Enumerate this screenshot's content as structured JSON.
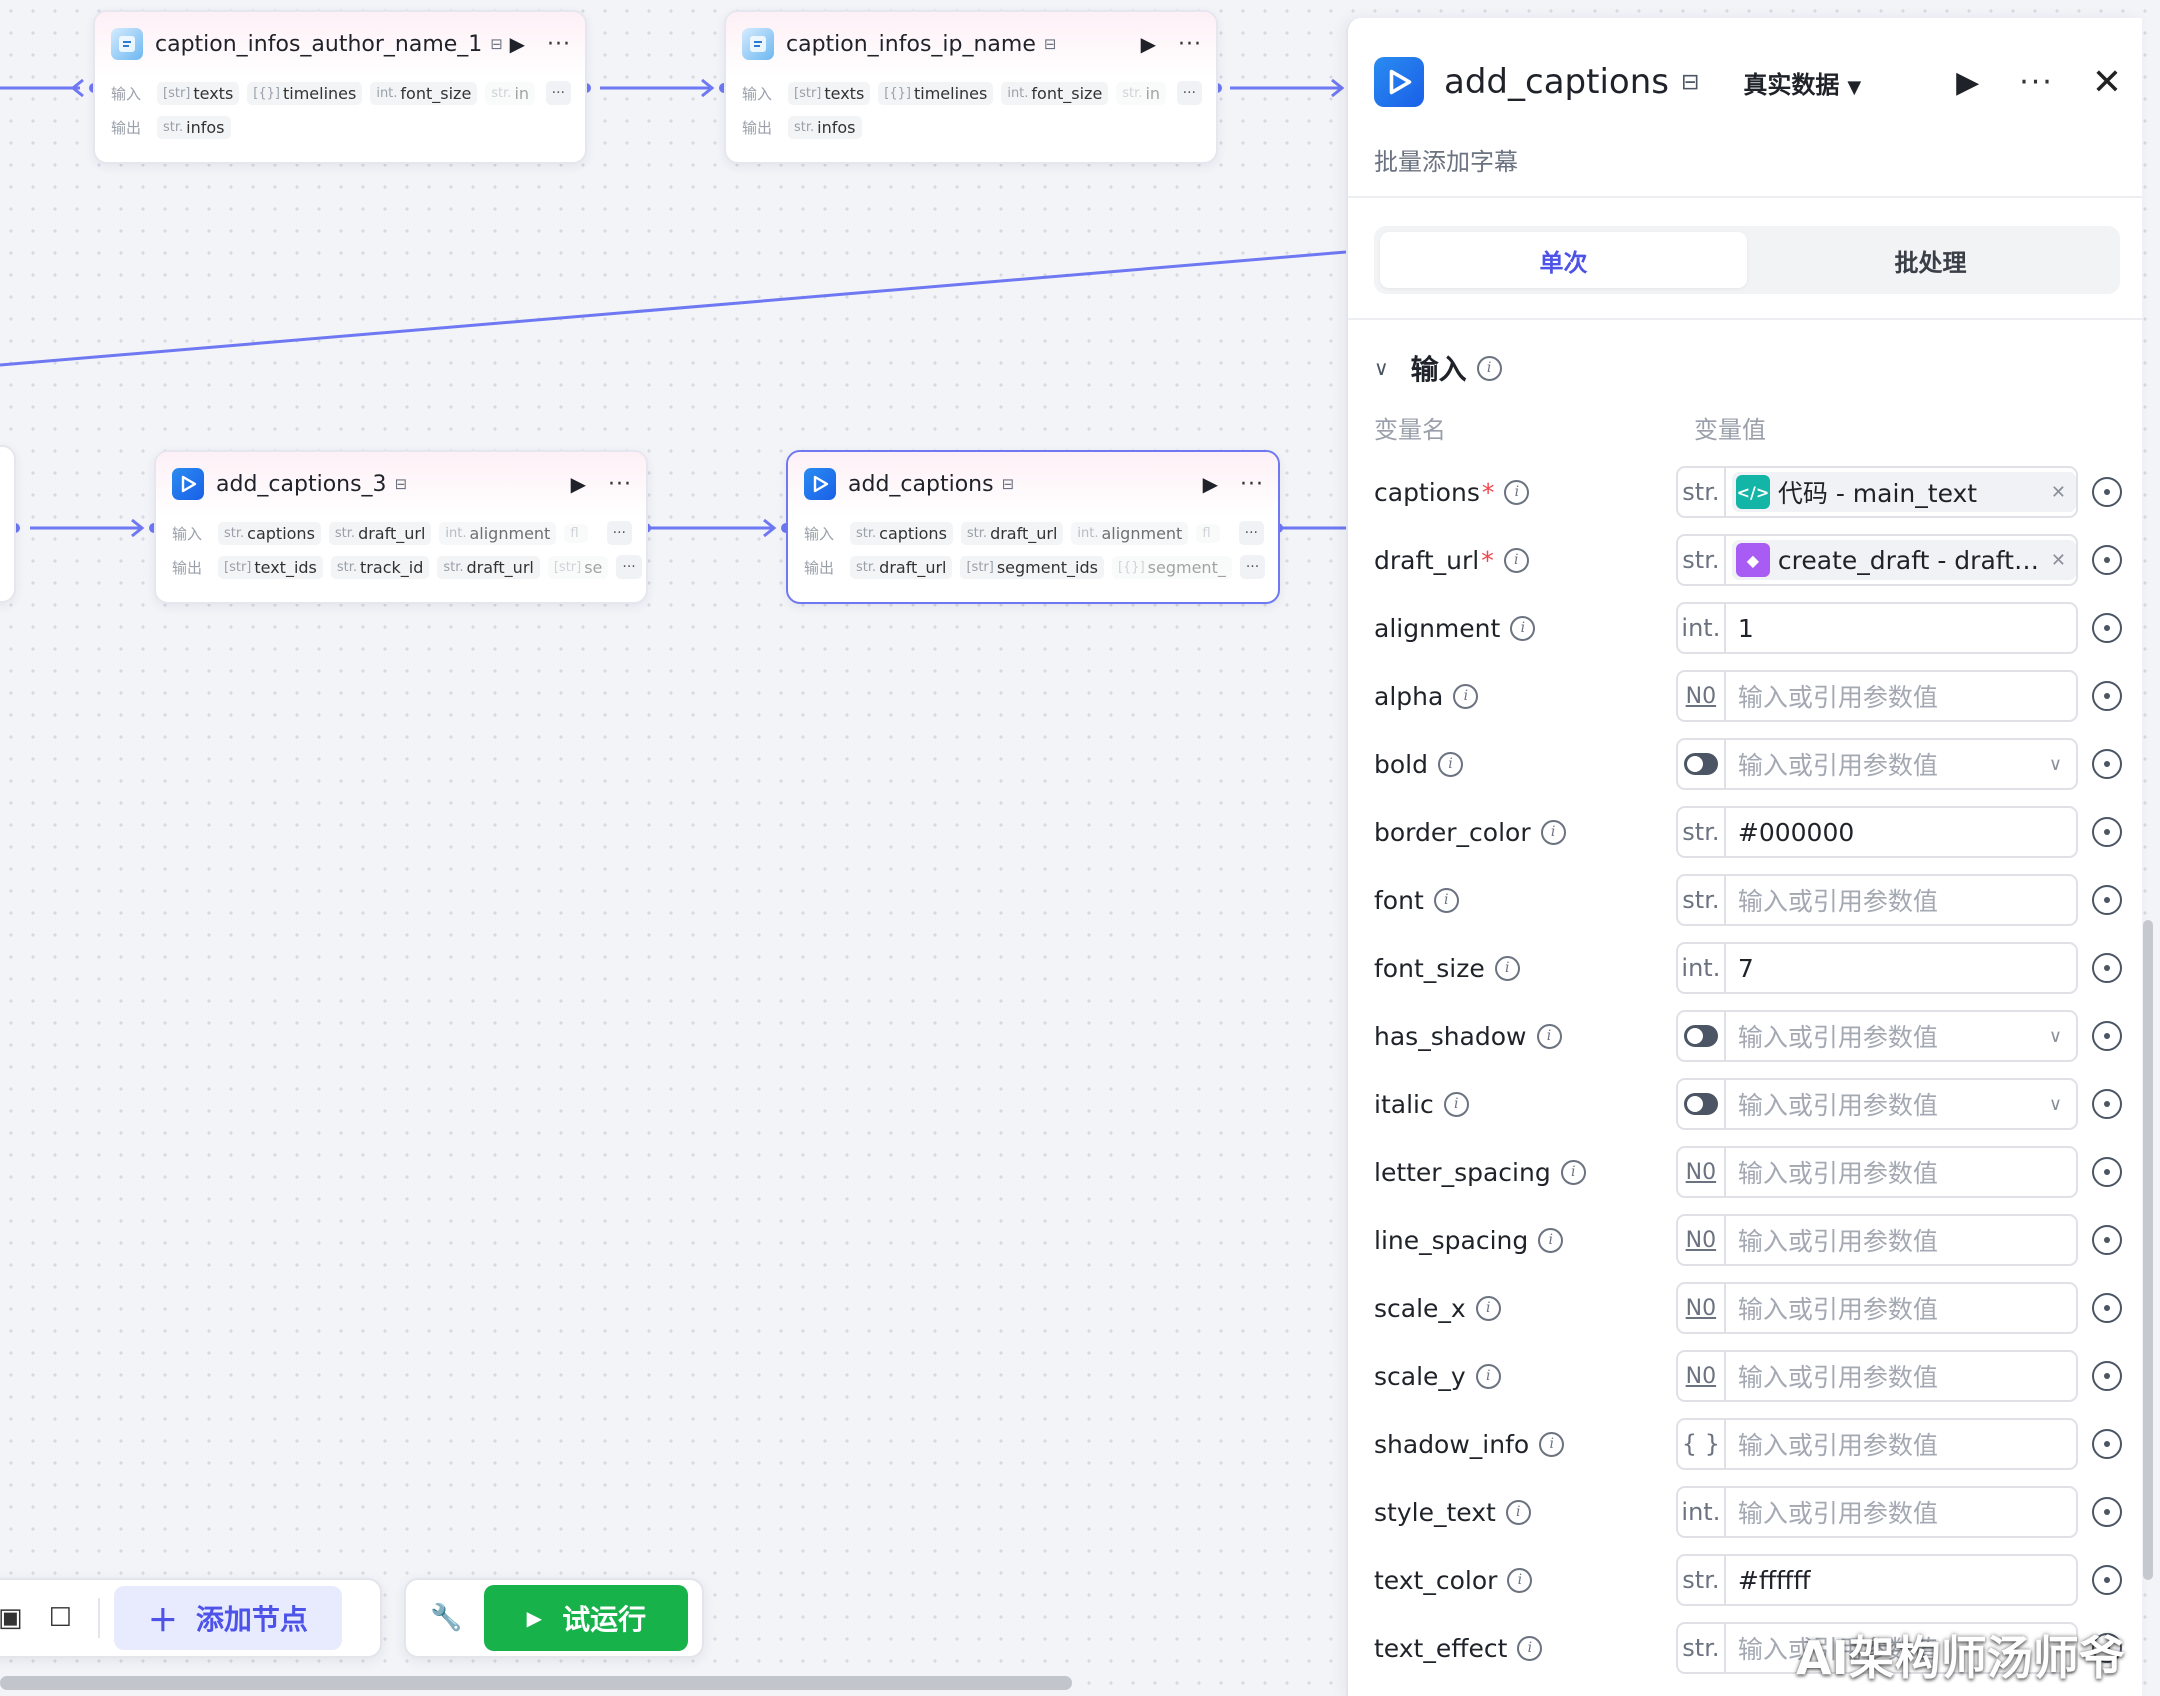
{
  "nodes": {
    "author": {
      "title": "caption_infos_author_name_1",
      "input_label": "输入",
      "output_label": "输出",
      "inputs": [
        {
          "type": "[str]",
          "name": "texts"
        },
        {
          "type": "[{}]",
          "name": "timelines"
        },
        {
          "type": "int.",
          "name": "font_size"
        },
        {
          "type": "str.",
          "name": "in"
        }
      ],
      "outputs": [
        {
          "type": "str.",
          "name": "infos"
        }
      ]
    },
    "ip": {
      "title": "caption_infos_ip_name",
      "input_label": "输入",
      "output_label": "输出",
      "inputs": [
        {
          "type": "[str]",
          "name": "texts"
        },
        {
          "type": "[{}]",
          "name": "timelines"
        },
        {
          "type": "int.",
          "name": "font_size"
        },
        {
          "type": "str.",
          "name": "in"
        }
      ],
      "outputs": [
        {
          "type": "str.",
          "name": "infos"
        }
      ]
    },
    "add3": {
      "title": "add_captions_3",
      "input_label": "输入",
      "output_label": "输出",
      "inputs": [
        {
          "type": "str.",
          "name": "captions"
        },
        {
          "type": "str.",
          "name": "draft_url"
        },
        {
          "type": "int.",
          "name": "alignment"
        },
        {
          "type": "fl",
          "name": ""
        }
      ],
      "outputs": [
        {
          "type": "[str]",
          "name": "text_ids"
        },
        {
          "type": "str.",
          "name": "track_id"
        },
        {
          "type": "str.",
          "name": "draft_url"
        },
        {
          "type": "[str]",
          "name": "se"
        }
      ]
    },
    "add": {
      "title": "add_captions",
      "input_label": "输入",
      "output_label": "输出",
      "inputs": [
        {
          "type": "str.",
          "name": "captions"
        },
        {
          "type": "str.",
          "name": "draft_url"
        },
        {
          "type": "int.",
          "name": "alignment"
        },
        {
          "type": "fl",
          "name": ""
        }
      ],
      "outputs": [
        {
          "type": "str.",
          "name": "draft_url"
        },
        {
          "type": "[str]",
          "name": "segment_ids"
        },
        {
          "type": "[{}]",
          "name": "segment_"
        }
      ]
    },
    "more_label": "···"
  },
  "panel": {
    "title": "add_captions",
    "mode": "真实数据",
    "subtitle": "批量添加字幕",
    "tabs": [
      "单次",
      "批处理"
    ],
    "section": "输入",
    "col_name": "变量名",
    "col_value": "变量值",
    "placeholder": "输入或引用参数值",
    "params": [
      {
        "name": "captions",
        "required": true,
        "type": "str.",
        "kind": "ref",
        "ref_icon": "code-icon",
        "ref": "代码 - main_text"
      },
      {
        "name": "draft_url",
        "required": true,
        "type": "str.",
        "kind": "ref",
        "ref_icon": "cube-icon",
        "ref": "create_draft - draft_url"
      },
      {
        "name": "alignment",
        "required": false,
        "type": "int.",
        "kind": "value",
        "value": "1"
      },
      {
        "name": "alpha",
        "required": false,
        "type": "N0",
        "kind": "empty"
      },
      {
        "name": "bold",
        "required": false,
        "type": "toggle",
        "kind": "select"
      },
      {
        "name": "border_color",
        "required": false,
        "type": "str.",
        "kind": "value",
        "value": "#000000"
      },
      {
        "name": "font",
        "required": false,
        "type": "str.",
        "kind": "empty"
      },
      {
        "name": "font_size",
        "required": false,
        "type": "int.",
        "kind": "value",
        "value": "7"
      },
      {
        "name": "has_shadow",
        "required": false,
        "type": "toggle",
        "kind": "select"
      },
      {
        "name": "italic",
        "required": false,
        "type": "toggle",
        "kind": "select"
      },
      {
        "name": "letter_spacing",
        "required": false,
        "type": "N0",
        "kind": "empty"
      },
      {
        "name": "line_spacing",
        "required": false,
        "type": "N0",
        "kind": "empty"
      },
      {
        "name": "scale_x",
        "required": false,
        "type": "N0",
        "kind": "empty"
      },
      {
        "name": "scale_y",
        "required": false,
        "type": "N0",
        "kind": "empty"
      },
      {
        "name": "shadow_info",
        "required": false,
        "type": "{ }",
        "kind": "empty"
      },
      {
        "name": "style_text",
        "required": false,
        "type": "int.",
        "kind": "empty"
      },
      {
        "name": "text_color",
        "required": false,
        "type": "str.",
        "kind": "value",
        "value": "#ffffff"
      },
      {
        "name": "text_effect",
        "required": false,
        "type": "str.",
        "kind": "empty"
      }
    ]
  },
  "toolbar": {
    "add_node": "添加节点",
    "run": "试运行"
  },
  "watermark": "AI架构师汤师爷",
  "colors": {
    "accent": "#4d53e8",
    "edge": "#6e78f2",
    "run_green": "#18b24b"
  }
}
